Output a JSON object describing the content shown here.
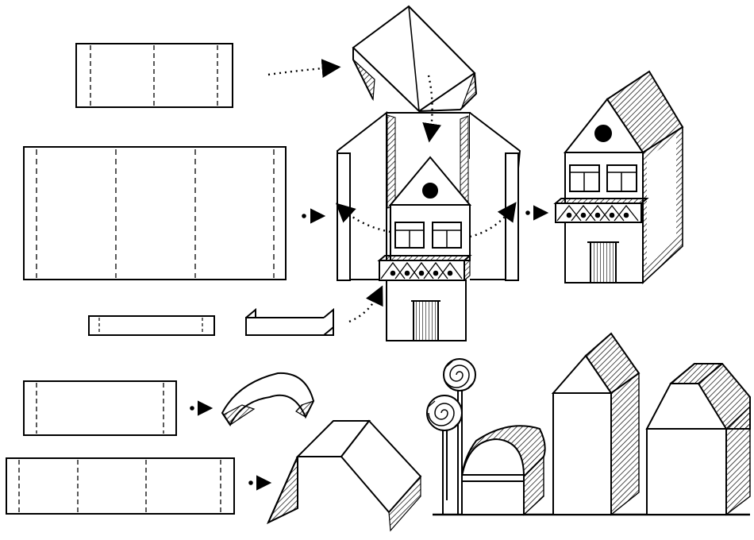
{
  "diagram": {
    "caption": "",
    "colors": {
      "ink": "#000000",
      "paper": "#ffffff",
      "hatch": "#000000",
      "window_fill": "#ffffff"
    },
    "steps": [
      {
        "id": "roof",
        "kind": "folded-roof"
      },
      {
        "id": "walls",
        "kind": "folded-walls"
      },
      {
        "id": "balcony",
        "kind": "folded-balcony"
      },
      {
        "id": "finished-house",
        "kind": "assembled-house"
      },
      {
        "id": "arched-roof",
        "kind": "curved-roof"
      },
      {
        "id": "gable-roof",
        "kind": "folded-roof"
      },
      {
        "id": "street-scene",
        "kind": "scene"
      }
    ],
    "icons": [
      "arrow-icon",
      "dotted-arrow-icon",
      "lollipop-tree-icon"
    ]
  }
}
